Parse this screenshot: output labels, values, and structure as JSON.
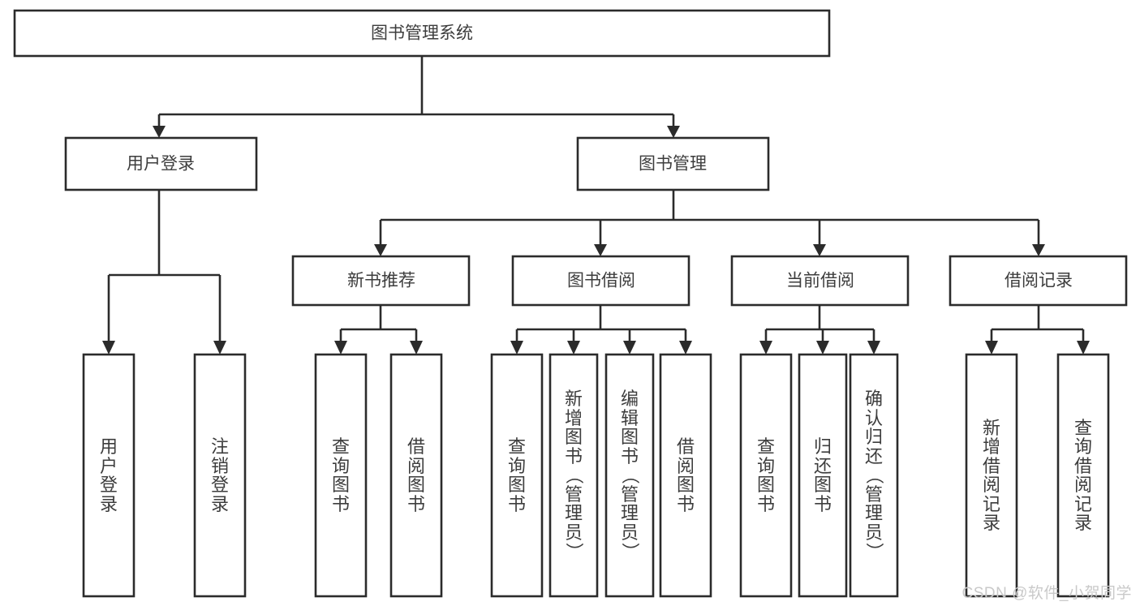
{
  "diagram": {
    "title": "图书管理系统",
    "type": "hierarchy-tree",
    "watermark": "CSDN @软件_小贺同学",
    "colors": {
      "box_stroke": "#2b2b2b",
      "box_fill": "#ffffff",
      "text": "#3d3d3d",
      "background": "#ffffff",
      "watermark": "#c9c9c9"
    },
    "levels": {
      "root": {
        "label": "图书管理系统"
      },
      "level2": [
        {
          "label": "用户登录"
        },
        {
          "label": "图书管理"
        }
      ],
      "level3": [
        {
          "label": "新书推荐"
        },
        {
          "label": "图书借阅"
        },
        {
          "label": "当前借阅"
        },
        {
          "label": "借阅记录"
        }
      ],
      "leaves": [
        {
          "label": "用户登录",
          "parent": "用户登录"
        },
        {
          "label": "注销登录",
          "parent": "用户登录"
        },
        {
          "label": "查询图书",
          "parent": "新书推荐"
        },
        {
          "label": "借阅图书",
          "parent": "新书推荐"
        },
        {
          "label": "查询图书",
          "parent": "图书借阅"
        },
        {
          "label": "新增图书（管理员）",
          "parent": "图书借阅"
        },
        {
          "label": "编辑图书（管理员）",
          "parent": "图书借阅"
        },
        {
          "label": "借阅图书",
          "parent": "图书借阅"
        },
        {
          "label": "查询图书",
          "parent": "当前借阅"
        },
        {
          "label": "归还图书",
          "parent": "当前借阅"
        },
        {
          "label": "确认归还（管理员）",
          "parent": "当前借阅"
        },
        {
          "label": "新增借阅记录",
          "parent": "借阅记录"
        },
        {
          "label": "查询借阅记录",
          "parent": "借阅记录"
        }
      ]
    }
  }
}
